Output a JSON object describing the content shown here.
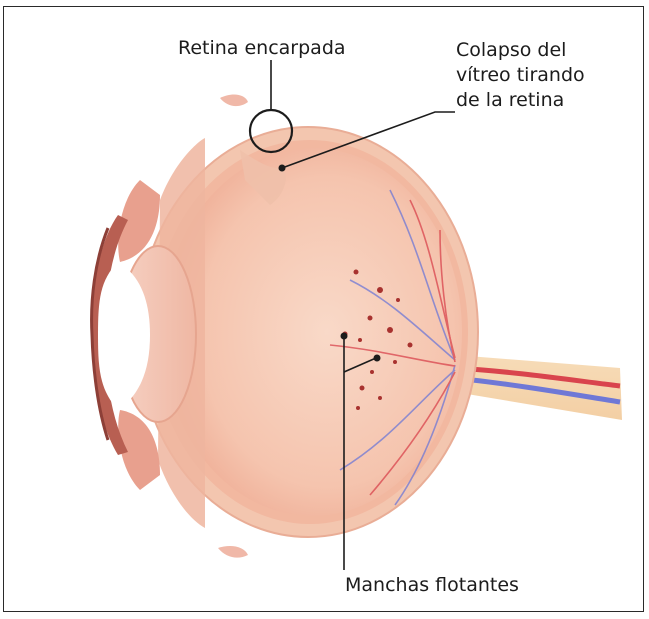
{
  "labels": {
    "retina_encarpada": "Retina encarpada",
    "colapso_line1": "Colapso del",
    "colapso_line2": "vítreo tirando",
    "colapso_line3": "de la retina",
    "manchas_flotantes": "Manchas flotantes"
  },
  "colors": {
    "sclera": "#f3c0a6",
    "vitreous": "#f6c5b0",
    "retina_edge": "#eea58f",
    "artery": "#d9444d",
    "vein": "#6f78d6",
    "floater": "#a8322f",
    "leader_line": "#1c1c1c"
  }
}
